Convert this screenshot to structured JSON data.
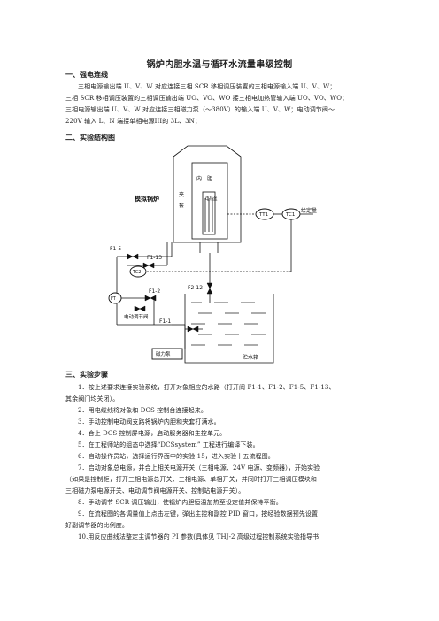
{
  "title": "锅炉内胆水温与循环水流量串级控制",
  "sections": {
    "s1": {
      "heading": "一、强电连线",
      "lines": [
        "三相电源输出端 U、V、W 对应连接三相 SCR 移相调压装置的三相电源输入端 U、V、W；",
        "三相 SCR 移相调压装置的三相调压输出端 UO、VO、WO 接三相电加热管输入端 UO、VO、WO；",
        "三相电源输出端 U、V、W 对应连接三相磁力泵（～380V）的输入端 U、V、W；电动调节阀～",
        "220V 输入 L、N 端接单相电源III的 3L、3N；"
      ]
    },
    "s2": {
      "heading": "二、实验结构图"
    },
    "s3": {
      "heading": "三、实验步骤",
      "steps": [
        [
          "1．按上述要求连接实验系统，打开对象相应的水路（打开阀 F1-1、F1-2、F1-5、F1-13、",
          "其余阀门均关闭）。"
        ],
        [
          "2．用电缆线将对象和 DCS 控制台连接起来。"
        ],
        [
          "3．手动控制电动阀支路将锅炉内胆和夹套打满水。"
        ],
        [
          "4．合上 DCS 控制屏电源，启动服务器和主控单元。"
        ],
        [
          "5．在工程师站的组态中选择“DCSsystem” 工程进行编译下装。"
        ],
        [
          "6．启动操作员站，选择运行界面中的实验 15，进入实验十五流程图。"
        ],
        [
          "7．启动对象总电源，并合上相关电源开关（三相电源、24V 电源、变频器），开始实验",
          "（如果是控制柜，打开三相电源总开关、三相电源、单相开关，并同时打开三相调压模块和",
          "三相磁力泵电源开关、电动调节阀电源开关、控制站电源开关）。"
        ],
        [
          "8．手动调节 SCR 调压输出，使锅炉内胆恒温加热至设定值并保持平衡。"
        ],
        [
          "9．在流程图的各调量值上点击左键，弹出主控和副控 PID 窗口，按经验数据预先设置",
          "好副调节器的比例度。"
        ],
        [
          "10.用反应曲线法整定主调节器的 PI 参数(具体见 THJ-2 高级过程控制系统实验指导书"
        ]
      ]
    }
  },
  "diagram": {
    "label_boiler": "模拟锅炉",
    "label_inner": "内　胆",
    "label_jacket": "夹\n套",
    "label_heater": "电\n热\n丝",
    "tt": "TT1",
    "tc1": "TC1",
    "setpoint": "给定量",
    "f15": "F1-5",
    "f113": "F1-13",
    "tc2": "TC2",
    "ft": "FT",
    "f12": "F1-2",
    "valve": "电动调节阀",
    "f212": "F2-12",
    "f11": "F1-1",
    "pump": "磁力泵",
    "tank": "贮水箱"
  }
}
